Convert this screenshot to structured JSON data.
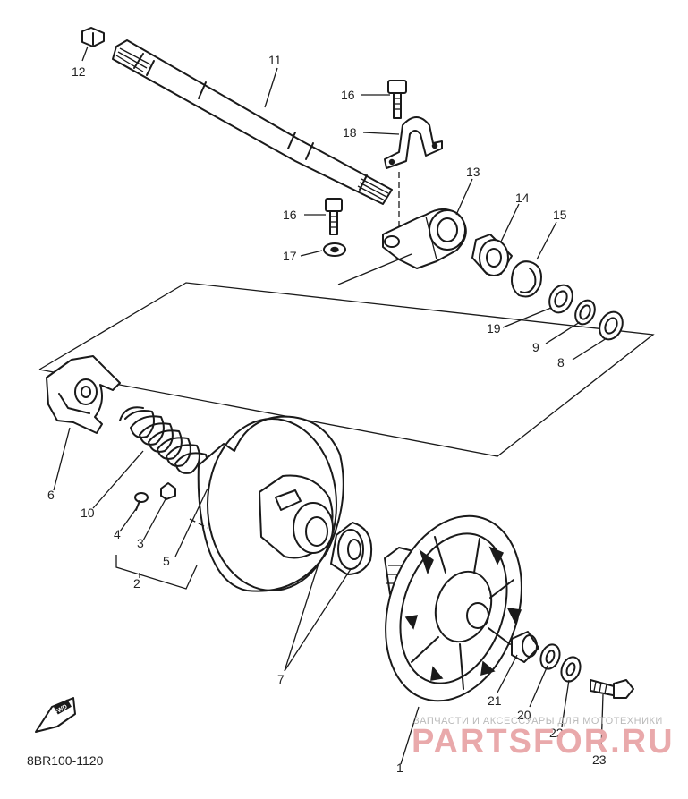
{
  "diagram": {
    "code": "8BR100-1120",
    "watermark_line1": "ЗАПЧАСТИ И АКСЕССУАРЫ ДЛЯ МОТОТЕХНИКИ",
    "watermark_line2": "PARTSFOR.RU",
    "fwd_badge": "FWD",
    "callouts": [
      {
        "label": "1"
      },
      {
        "label": "2"
      },
      {
        "label": "3"
      },
      {
        "label": "4"
      },
      {
        "label": "5"
      },
      {
        "label": "6"
      },
      {
        "label": "7"
      },
      {
        "label": "8"
      },
      {
        "label": "9"
      },
      {
        "label": "10"
      },
      {
        "label": "11"
      },
      {
        "label": "12"
      },
      {
        "label": "13"
      },
      {
        "label": "14"
      },
      {
        "label": "15"
      },
      {
        "label": "16"
      },
      {
        "label": "16"
      },
      {
        "label": "17"
      },
      {
        "label": "18"
      },
      {
        "label": "19"
      },
      {
        "label": "20"
      },
      {
        "label": "21"
      },
      {
        "label": "22"
      },
      {
        "label": "23"
      }
    ]
  }
}
